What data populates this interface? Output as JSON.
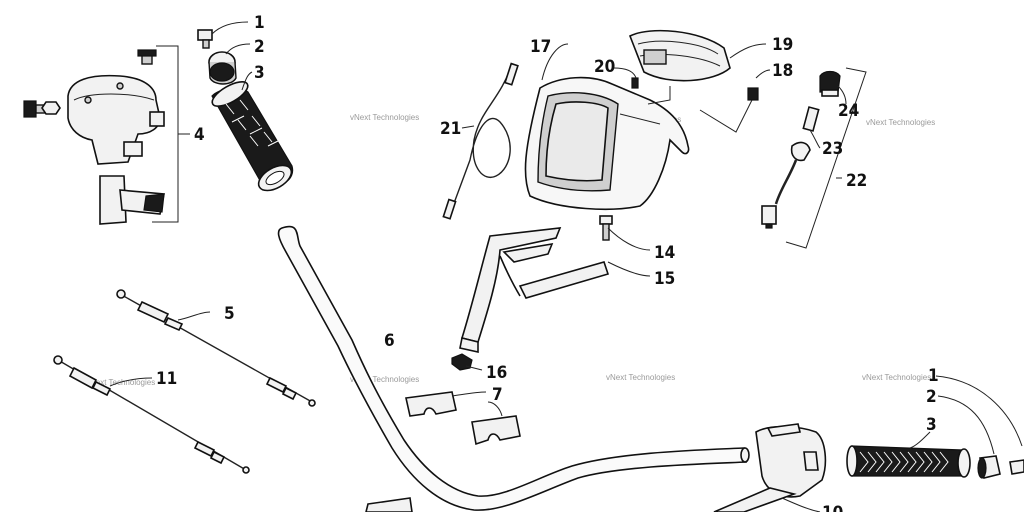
{
  "callouts": [
    {
      "id": "c1a",
      "label": "1"
    },
    {
      "id": "c2a",
      "label": "2"
    },
    {
      "id": "c3a",
      "label": "3"
    },
    {
      "id": "c4",
      "label": "4"
    },
    {
      "id": "c5",
      "label": "5"
    },
    {
      "id": "c6",
      "label": "6"
    },
    {
      "id": "c7",
      "label": "7"
    },
    {
      "id": "c11",
      "label": "11"
    },
    {
      "id": "c14",
      "label": "14"
    },
    {
      "id": "c15",
      "label": "15"
    },
    {
      "id": "c16",
      "label": "16"
    },
    {
      "id": "c17",
      "label": "17"
    },
    {
      "id": "c18",
      "label": "18"
    },
    {
      "id": "c19",
      "label": "19"
    },
    {
      "id": "c20",
      "label": "20"
    },
    {
      "id": "c21",
      "label": "21"
    },
    {
      "id": "c22",
      "label": "22"
    },
    {
      "id": "c23",
      "label": "23"
    },
    {
      "id": "c24",
      "label": "24"
    },
    {
      "id": "c1b",
      "label": "1"
    },
    {
      "id": "c2b",
      "label": "2"
    },
    {
      "id": "c3b",
      "label": "3"
    },
    {
      "id": "c10",
      "label": "10"
    }
  ],
  "watermark": "vNext Technologies"
}
